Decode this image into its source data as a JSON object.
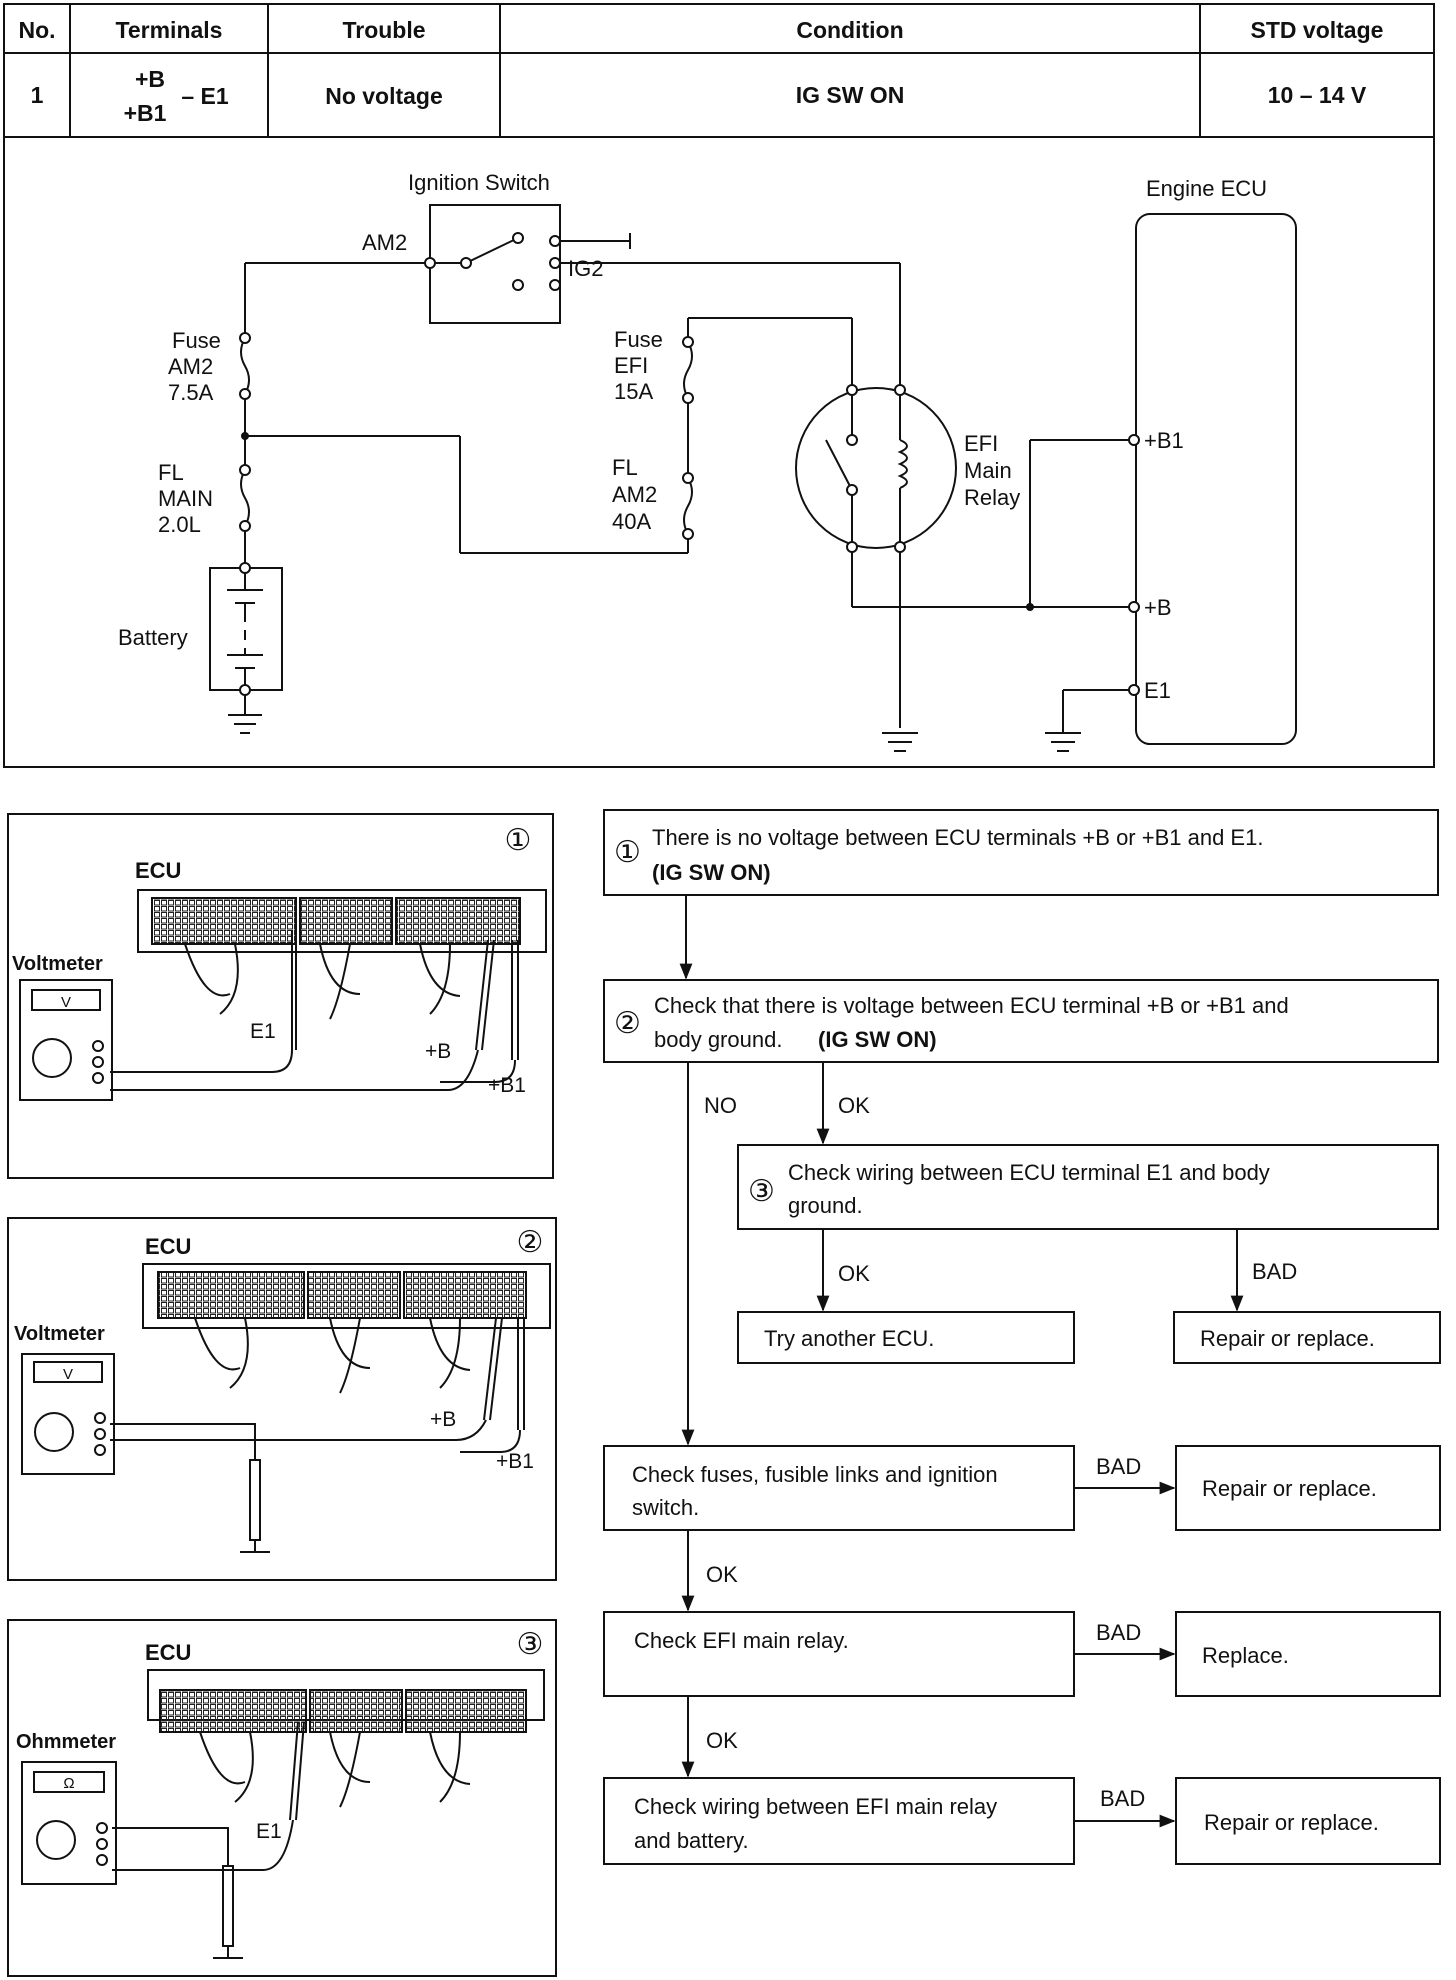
{
  "table": {
    "headers": {
      "no": "No.",
      "terminals": "Terminals",
      "trouble": "Trouble",
      "condition": "Condition",
      "std": "STD voltage"
    },
    "row": {
      "no": "1",
      "term_b": "+B",
      "term_b1": "+B1",
      "term_e1": "– E1",
      "trouble": "No voltage",
      "condition": "IG SW ON",
      "std": "10 – 14 V"
    }
  },
  "schematic": {
    "ignition_switch": "Ignition Switch",
    "am2": "AM2",
    "ig2": "IG2",
    "engine_ecu": "Engine ECU",
    "fuse_am2": [
      "Fuse",
      "AM2",
      "7.5A"
    ],
    "fuse_efi": [
      "Fuse",
      "EFI",
      "15A"
    ],
    "fl_main": [
      "FL",
      "MAIN",
      "2.0L"
    ],
    "fl_am2": [
      "FL",
      "AM2",
      "40A"
    ],
    "battery": "Battery",
    "efi_relay": [
      "EFI",
      "Main",
      "Relay"
    ],
    "pin_b1": "+B1",
    "pin_b": "+B",
    "pin_e1": "E1"
  },
  "panels": [
    {
      "num": "①",
      "ecu": "ECU",
      "meter": "Voltmeter",
      "meter_face": "V",
      "probe1": "E1",
      "probe2": "+B",
      "probe3": "+B1"
    },
    {
      "num": "②",
      "ecu": "ECU",
      "meter": "Voltmeter",
      "meter_face": "V",
      "probe2": "+B",
      "probe3": "+B1"
    },
    {
      "num": "③",
      "ecu": "ECU",
      "meter": "Ohmmeter",
      "meter_face": "Ω",
      "probe1": "E1"
    }
  ],
  "flow": {
    "step1": {
      "num": "①",
      "line1": "There is no voltage between ECU terminals +B or +B1 and E1.",
      "line2": "(IG SW ON)"
    },
    "step2": {
      "num": "②",
      "line1": "Check that there is voltage between ECU terminal +B or +B1 and",
      "line2a": "body ground. ",
      "line2b": "(IG SW ON)"
    },
    "step3": {
      "num": "③",
      "line1": "Check wiring between ECU terminal E1 and body",
      "line2": "ground."
    },
    "try_ecu": "Try another ECU.",
    "repair1": "Repair or replace.",
    "check_fuses": [
      "Check fuses, fusible links and ignition",
      "switch."
    ],
    "repair2": "Repair or replace.",
    "check_relay": "Check EFI main relay.",
    "replace": "Replace.",
    "check_wiring": [
      "Check wiring between EFI main relay",
      "and battery."
    ],
    "repair3": "Repair or replace.",
    "no": "NO",
    "ok": "OK",
    "bad": "BAD"
  }
}
